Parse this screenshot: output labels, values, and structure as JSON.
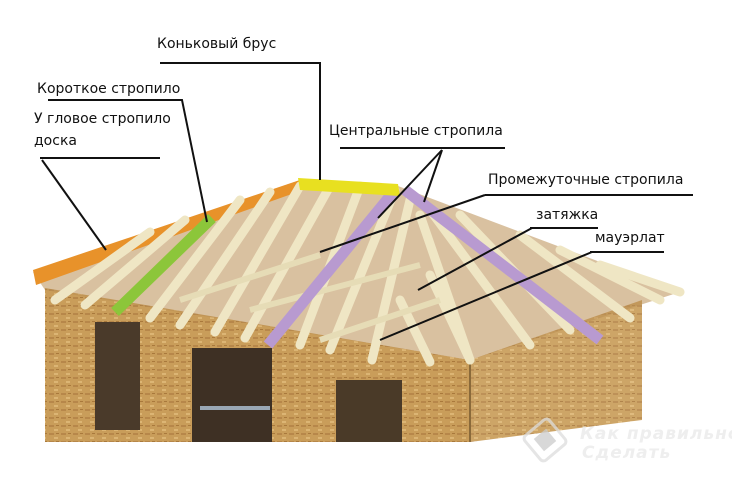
{
  "labels": {
    "ridge_beam": "Коньковый брус",
    "short_rafter": "Короткое стропило",
    "hip_rafter_line1": "У гловое стропило",
    "hip_rafter_line2": "доска",
    "central_rafters": "Центральные стропила",
    "intermediate_rafters": "Промежуточные стропила",
    "tie_beam": "затяжка",
    "wall_plate": "мауэрлат"
  },
  "watermark": {
    "line1": "Как правильно",
    "line2": "Сделать"
  },
  "colors": {
    "ridge": "#e8e020",
    "hip_rafter": "#b89ad0",
    "short_rafter": "#8cc63a",
    "fascia": "#e8922a",
    "wood": "#efe6c4",
    "osb": "#c79a55"
  }
}
